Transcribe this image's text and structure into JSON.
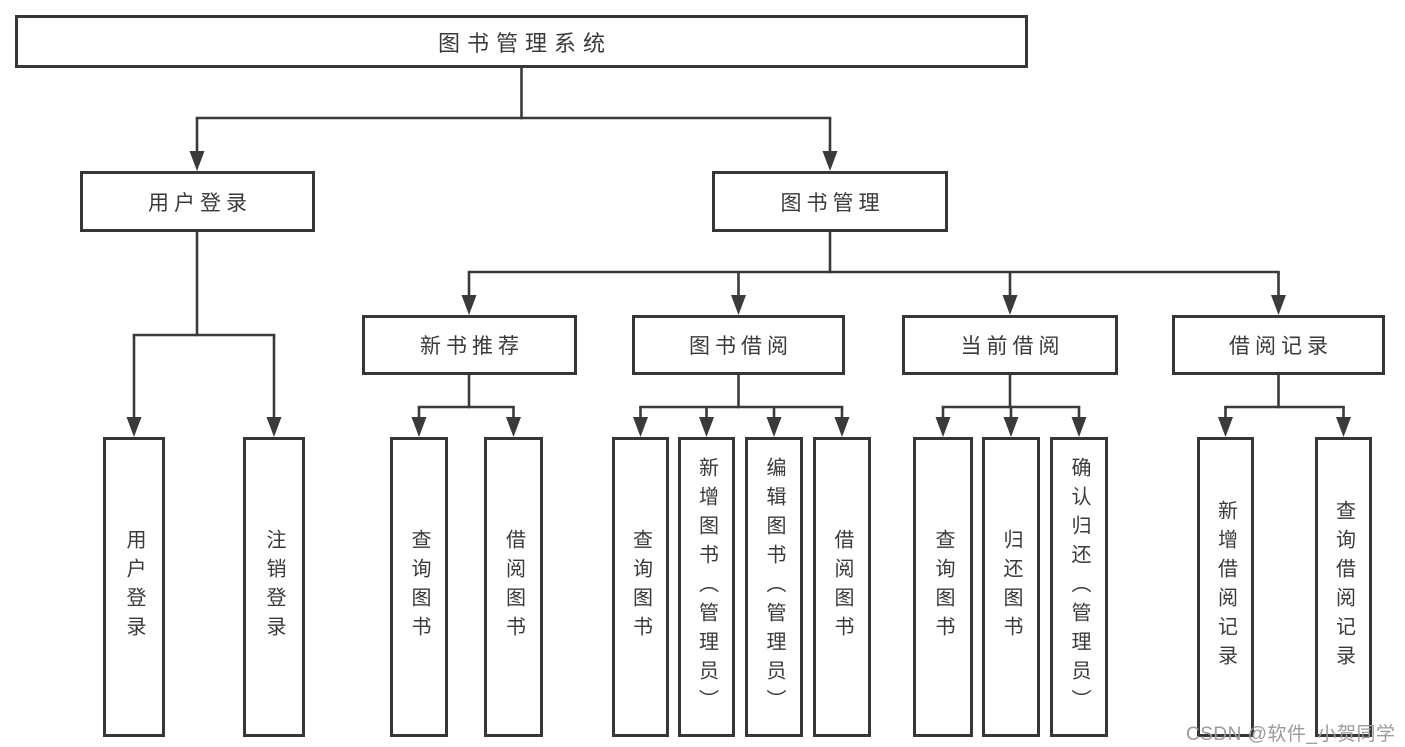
{
  "colors": {
    "line": "#3a3a3a",
    "box_border": "#363636",
    "text": "#3a3a3a",
    "watermark": "#9b9b9b"
  },
  "diagram": {
    "title": "图书管理系统",
    "nodes": [
      {
        "id": "root",
        "label": "图书管理系统"
      },
      {
        "id": "user-login-group",
        "label": "用户登录"
      },
      {
        "id": "book-management",
        "label": "图书管理"
      },
      {
        "id": "new-book-recommendation",
        "label": "新书推荐"
      },
      {
        "id": "book-borrowing",
        "label": "图书借阅"
      },
      {
        "id": "current-borrowing",
        "label": "当前借阅"
      },
      {
        "id": "borrowing-records",
        "label": "借阅记录"
      },
      {
        "id": "user-login",
        "label": "用户登录"
      },
      {
        "id": "logout",
        "label": "注销登录"
      },
      {
        "id": "query-books-recommend",
        "label": "查询图书"
      },
      {
        "id": "borrow-books-recommend",
        "label": "借阅图书"
      },
      {
        "id": "query-books-borrowing",
        "label": "查询图书"
      },
      {
        "id": "add-books-admin",
        "label": "新增图书（管理员）"
      },
      {
        "id": "edit-books-admin",
        "label": "编辑图书（管理员）"
      },
      {
        "id": "borrow-books-borrowing",
        "label": "借阅图书"
      },
      {
        "id": "query-books-current",
        "label": "查询图书"
      },
      {
        "id": "return-books",
        "label": "归还图书"
      },
      {
        "id": "confirm-return-admin",
        "label": "确认归还（管理员）"
      },
      {
        "id": "add-borrow-record",
        "label": "新增借阅记录"
      },
      {
        "id": "query-borrow-record",
        "label": "查询借阅记录"
      }
    ]
  },
  "watermark": {
    "text": "CSDN @软件_小贺同学"
  }
}
